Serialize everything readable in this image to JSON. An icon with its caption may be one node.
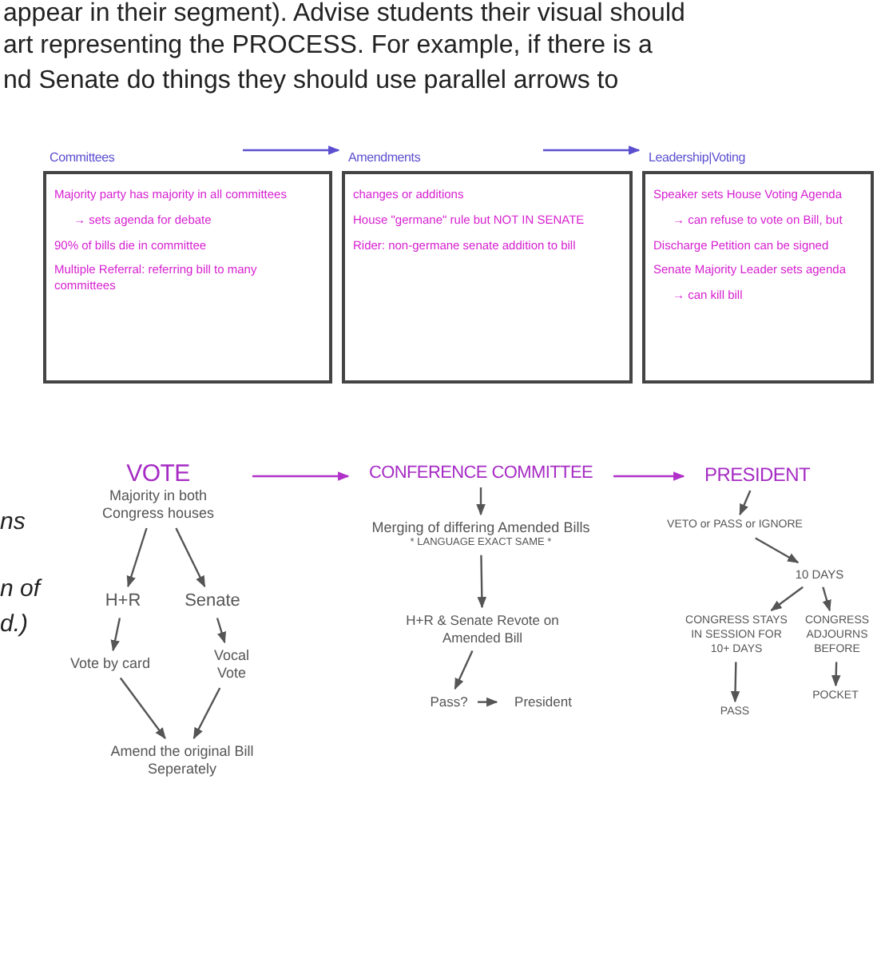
{
  "diagram": {
    "nodes": [
      {
        "text": [
          "Committees",
          "Majority party has majority in all committees",
          "→ sets agenda for debate",
          "90% of bills die in committee",
          "Multiple Referral: referring bill to many committees"
        ]
      },
      {
        "text": [
          "Amendments",
          "changes or additions",
          "House \"germane\" rule but NOT IN SENATE",
          "Rider: non-germane senate addition to bill"
        ]
      },
      {
        "text": [
          "Leadership|Voting",
          "Speaker sets House Voting Agenda",
          "→ can refuse to vote on Bill, but",
          "Discharge Petition can be signed",
          "Senate Majority Leader sets agenda",
          "→ can kill bill"
        ]
      },
      {
        "text": [
          "VOTE",
          "Majority in both Congress houses"
        ]
      },
      {
        "text": [
          "H+R"
        ]
      },
      {
        "text": [
          "Senate"
        ]
      },
      {
        "text": [
          "Vote by card"
        ]
      },
      {
        "text": [
          "Vocal Vote"
        ]
      },
      {
        "text": [
          "Amend the original Bill Seperately"
        ]
      },
      {
        "text": [
          "CONFERENCE COMMITTEE"
        ]
      },
      {
        "text": [
          "Merging of differing Amended Bills",
          "* LANGUAGE EXACT SAME *"
        ]
      },
      {
        "text": [
          "H+R & Senate Revote on Amended Bill"
        ]
      },
      {
        "text": [
          "Pass?"
        ]
      },
      {
        "text": [
          "President"
        ]
      },
      {
        "text": [
          "PRESIDENT"
        ]
      },
      {
        "text": [
          "VETO or PASS or IGNORE"
        ]
      },
      {
        "text": [
          "10 DAYS"
        ]
      },
      {
        "text": [
          "CONGRESS STAYS IN SESSION FOR 10+ DAYS"
        ]
      },
      {
        "text": [
          "PASS"
        ]
      },
      {
        "text": [
          "CONGRESS ADJOURNS BEFORE"
        ]
      },
      {
        "text": [
          "POCKET"
        ]
      }
    ],
    "edges": [
      {
        "from": 0,
        "to": 1,
        "arrow": "to",
        "color": "#5b4fd0"
      },
      {
        "from": 1,
        "to": 2,
        "arrow": "to",
        "color": "#5b4fd0"
      },
      {
        "from": 3,
        "to": 4,
        "arrow": "to"
      },
      {
        "from": 3,
        "to": 5,
        "arrow": "to"
      },
      {
        "from": 4,
        "to": 6,
        "arrow": "to"
      },
      {
        "from": 5,
        "to": 7,
        "arrow": "to"
      },
      {
        "from": 6,
        "to": 8,
        "arrow": "to"
      },
      {
        "from": 7,
        "to": 8,
        "arrow": "to"
      },
      {
        "from": 3,
        "to": 9,
        "arrow": "to",
        "color": "#b030c8"
      },
      {
        "from": 9,
        "to": 10,
        "arrow": "to"
      },
      {
        "from": 10,
        "to": 11,
        "arrow": "to"
      },
      {
        "from": 11,
        "to": 12,
        "arrow": "to"
      },
      {
        "from": 12,
        "to": 13,
        "arrow": "to"
      },
      {
        "from": 9,
        "to": 14,
        "arrow": "to",
        "color": "#b030c8"
      },
      {
        "from": 14,
        "to": 15,
        "arrow": "to"
      },
      {
        "from": 15,
        "to": 16,
        "arrow": "to"
      },
      {
        "from": 16,
        "to": 17,
        "arrow": "to"
      },
      {
        "from": 16,
        "to": 19,
        "arrow": "to"
      },
      {
        "from": 17,
        "to": 18,
        "arrow": "to"
      },
      {
        "from": 19,
        "to": 20,
        "arrow": "to"
      }
    ],
    "labels": [
      "appear in their segment). Advise students their visual should",
      "art representing the PROCESS. For example, if there is a",
      "nd Senate do things they should use parallel arrows to",
      "ns",
      "n of",
      "d.)"
    ]
  }
}
